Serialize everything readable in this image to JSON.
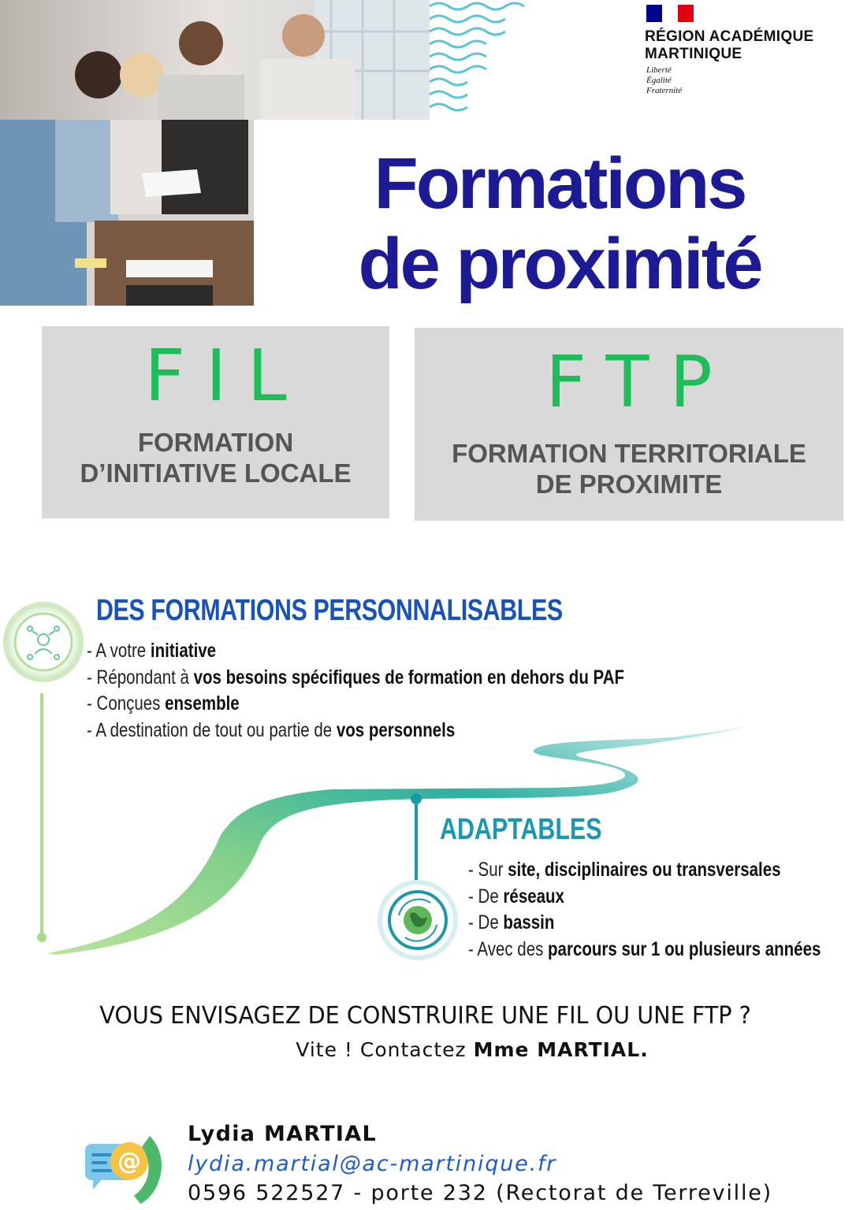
{
  "header": {
    "photo_alt": "people-meeting-photo",
    "organization": {
      "name_line1": "RÉGION ACADÉMIQUE",
      "name_line2": "MARTINIQUE",
      "motto": [
        "Liberté",
        "Égalité",
        "Fraternité"
      ]
    }
  },
  "title": {
    "line1": "Formations",
    "line2": "de proximité",
    "color": "#1d1a95"
  },
  "boxes": {
    "fil": {
      "acronym": "FIL",
      "line1": "FORMATION",
      "line2": "D’INITIATIVE LOCALE"
    },
    "ftp": {
      "acronym": "FTP",
      "line1": "FORMATION TERRITORIALE",
      "line2": "DE PROXIMITE"
    },
    "acronym_color": "#1fbd5a",
    "background": "#d9d9d9"
  },
  "personnalisables": {
    "heading": "DES FORMATIONS PERSONNALISABLES",
    "icon": "people-network-icon",
    "items": [
      {
        "pre": "- A votre ",
        "bold": "initiative",
        "post": ""
      },
      {
        "pre": "- Répondant à ",
        "bold": "vos besoins spécifiques de formation en dehors du PAF",
        "post": ""
      },
      {
        "pre": "- Conçues ",
        "bold": "ensemble",
        "post": ""
      },
      {
        "pre": "- A destination de tout ou partie de ",
        "bold": "vos personnels",
        "post": ""
      }
    ]
  },
  "adaptables": {
    "heading": "ADAPTABLES",
    "icon": "globe-refresh-icon",
    "items": [
      {
        "pre": "- Sur ",
        "bold": "site, disciplinaires ou transversales",
        "post": ""
      },
      {
        "pre": "- De ",
        "bold": "réseaux",
        "post": ""
      },
      {
        "pre": "- De ",
        "bold": "bassin",
        "post": ""
      },
      {
        "pre": "- Avec des ",
        "bold": "parcours sur 1 ou plusieurs années",
        "post": ""
      }
    ]
  },
  "cta": {
    "question": "VOUS ENVISAGEZ DE CONSTRUIRE UNE FIL OU UNE FTP ?",
    "contact_pre": "Vite ! Contactez ",
    "contact_bold": "Mme MARTIAL."
  },
  "contact": {
    "icon": "email-phone-icon",
    "name": "Lydia MARTIAL",
    "email": "lydia.martial@ac-martinique.fr",
    "phone": "0596 522527 - porte 232 (Rectorat de Terreville)"
  }
}
